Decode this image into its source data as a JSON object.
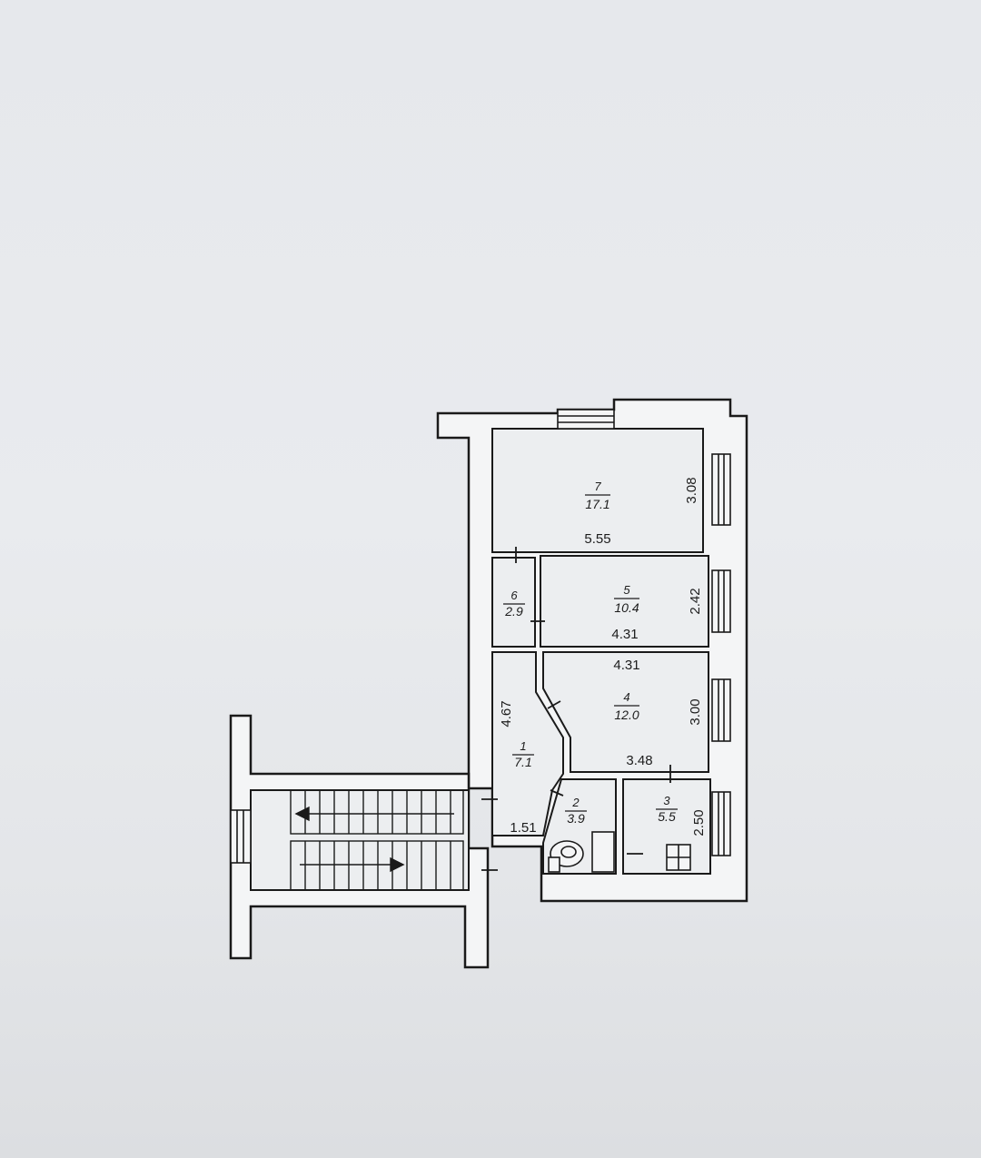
{
  "floor_plan": {
    "colors": {
      "wall": "#1a1a1a",
      "wall_fill": "#f4f5f6",
      "room_fill": "#eceef0",
      "ink": "#1c1c1c"
    },
    "rooms": [
      {
        "number": "1",
        "area": "7.1"
      },
      {
        "number": "2",
        "area": "3.9"
      },
      {
        "number": "3",
        "area": "5.5"
      },
      {
        "number": "4",
        "area": "12.0"
      },
      {
        "number": "5",
        "area": "10.4"
      },
      {
        "number": "6",
        "area": "2.9"
      },
      {
        "number": "7",
        "area": "17.1"
      }
    ],
    "dimensions": {
      "room7_width": "5.55",
      "room7_depth": "3.08",
      "room5_width": "4.31",
      "room5_depth": "2.42",
      "room4_width": "4.31",
      "room4_depth": "3.00",
      "room4_bottom": "3.48",
      "room1_height": "4.67",
      "room1_bottom": "1.51",
      "room3_depth": "2.50"
    },
    "icons": [
      "window-icon",
      "door-icon",
      "toilet-icon",
      "stove-icon",
      "stair-icon"
    ]
  }
}
